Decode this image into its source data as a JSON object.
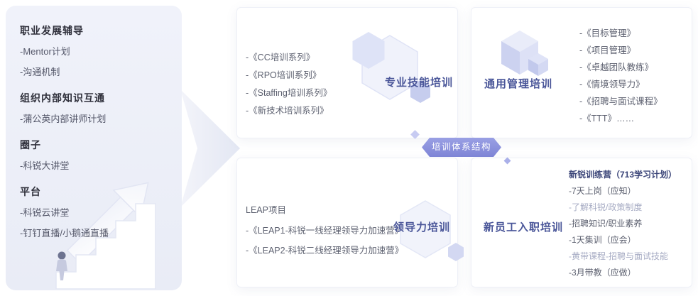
{
  "colors": {
    "panel_bg": "#edeff8",
    "card_title": "#4a5699",
    "badge_bg": "#8287d8",
    "text_heading": "#2e2f3a",
    "text_gray": "#5d6170",
    "text_muted": "#a6abc3"
  },
  "icons": {
    "stairs": "stairs-growth-arrow-illustration",
    "chevron": "forward-chevron-arrow",
    "hexagon": "hexagon-decoration",
    "cube": "cube-decoration",
    "diamond": "diamond-decoration"
  },
  "left_panel": {
    "sections": [
      {
        "heading": "职业发展辅导",
        "items": [
          "-Mentor计划",
          "-沟通机制"
        ]
      },
      {
        "heading": "组织内部知识互通",
        "items": [
          "-蒲公英内部讲师计划"
        ]
      },
      {
        "heading": "圈子",
        "items": [
          "-科锐大讲堂"
        ]
      },
      {
        "heading": "平台",
        "items": [
          "-科锐云讲堂",
          "-钉钉直播/小鹅通直播"
        ]
      }
    ]
  },
  "badge": {
    "label": "培训体系结构"
  },
  "cards": {
    "professional": {
      "title": "专业技能培训",
      "items": [
        "-《CC培训系列》",
        "-《RPO培训系列》",
        "-《Staffing培训系列》",
        "-《新技术培训系列》"
      ]
    },
    "management": {
      "title": "通用管理培训",
      "items": [
        "-《目标管理》",
        "-《项目管理》",
        "-《卓越团队教练》",
        "-《情境领导力》",
        "-《招聘与面试课程》",
        "-《TTT》……"
      ]
    },
    "leadership": {
      "title": "领导力培训",
      "subtitle": "LEAP项目",
      "items": [
        "-《LEAP1-科锐一线经理领导力加速营》",
        "-《LEAP2-科锐二线经理领导力加速营》"
      ]
    },
    "onboarding": {
      "title": "新员工入职培训",
      "subtitle": "新锐训练营（713学习计划）",
      "items": [
        "-7天上岗（应知）",
        "-了解科锐/政策制度",
        "-招聘知识/职业素养",
        "-1天集训（应会）",
        "-黄带课程-招聘与面试技能",
        "-3月带教（应做）"
      ]
    }
  }
}
